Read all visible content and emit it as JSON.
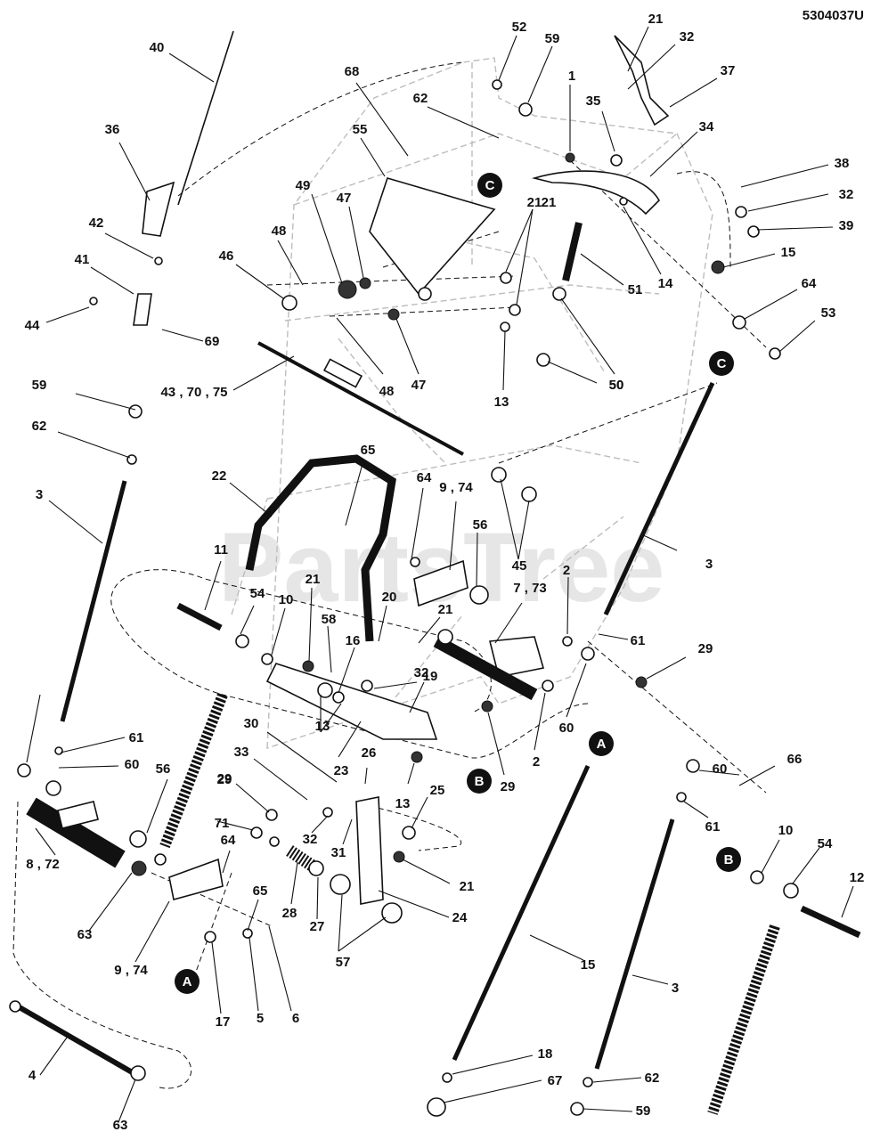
{
  "diagram": {
    "ref_number": "5304037U",
    "watermark": "PartsTree",
    "callouts": [
      "C",
      "C",
      "A",
      "A",
      "B",
      "B"
    ],
    "part_labels": [
      "40",
      "36",
      "42",
      "41",
      "44",
      "69",
      "68",
      "55",
      "62",
      "52",
      "59",
      "1",
      "21",
      "32",
      "37",
      "35",
      "34",
      "38",
      "32",
      "39",
      "15",
      "64",
      "53",
      "49",
      "47",
      "48",
      "46",
      "48",
      "47",
      "21",
      "21",
      "13",
      "51",
      "14",
      "50",
      "50",
      "43 , 70 , 75",
      "59",
      "62",
      "3",
      "65",
      "22",
      "64",
      "9 , 74",
      "56",
      "45",
      "C",
      "3",
      "11",
      "54",
      "10",
      "21",
      "58",
      "20",
      "16",
      "21",
      "7 , 73",
      "2",
      "61",
      "29",
      "32",
      "19",
      "60",
      "2",
      "29",
      "13",
      "23",
      "26",
      "29",
      "61",
      "60",
      "30",
      "33",
      "29",
      "13",
      "25",
      "56",
      "71",
      "32",
      "31",
      "21",
      "64",
      "65",
      "8 , 72",
      "63",
      "28",
      "27",
      "57",
      "24",
      "9 , 74",
      "17",
      "5",
      "6",
      "15",
      "60",
      "66",
      "61",
      "10",
      "54",
      "12",
      "3",
      "4",
      "63",
      "18",
      "67",
      "62",
      "59"
    ]
  }
}
